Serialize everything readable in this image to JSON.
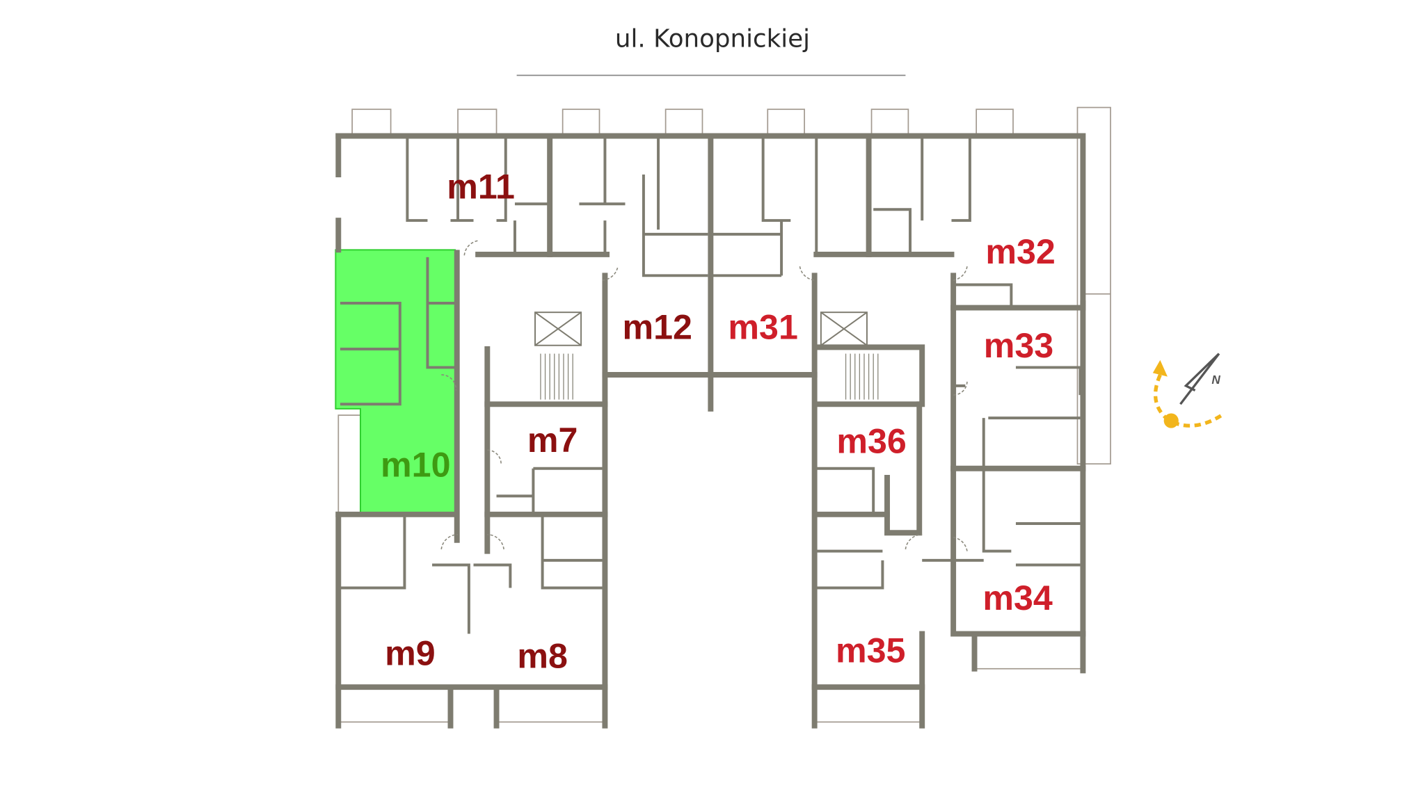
{
  "street": "ul. Konopnickiej",
  "colors": {
    "wall": "#7e7c70",
    "selected_fill": "#66ff66",
    "label_dark": "#8b1010",
    "label_red": "#cf1f2a",
    "label_selected": "#3e9a12",
    "compass": "#f2b51c"
  },
  "units": {
    "m11": "m11",
    "m12": "m12",
    "m31": "m31",
    "m32": "m32",
    "m33": "m33",
    "m36": "m36",
    "m34": "m34",
    "m35": "m35",
    "m7": "m7",
    "m10": "m10",
    "m9": "m9",
    "m8": "m8"
  },
  "selected_unit": "m10",
  "compass": {
    "north_label": "N"
  }
}
